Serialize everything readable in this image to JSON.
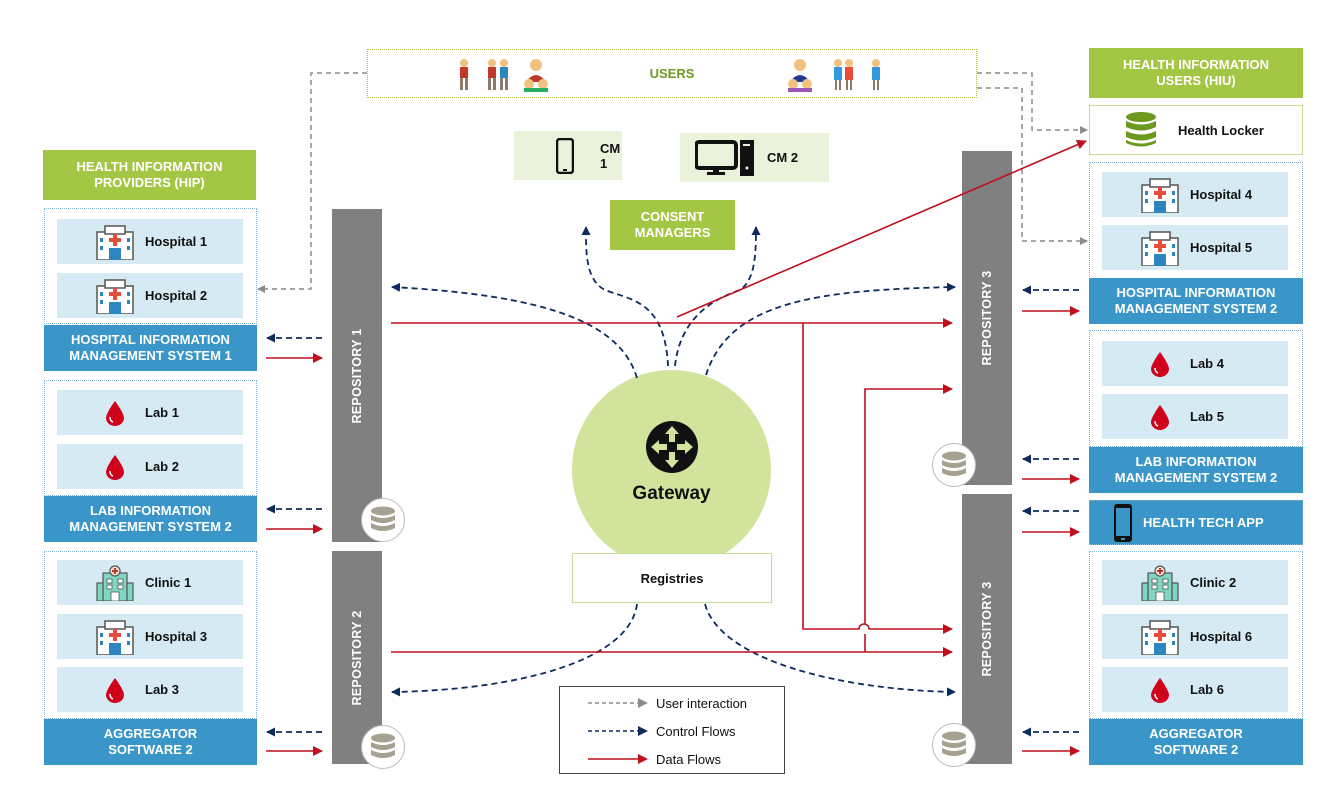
{
  "users": {
    "label": "USERS",
    "icon_left": [
      "person-icon",
      "couple-icon",
      "family-icon"
    ],
    "icon_right": [
      "family-icon",
      "couple-icon",
      "person-icon"
    ]
  },
  "consent_managers": {
    "label": "CONSENT MANAGERS",
    "items": [
      {
        "label": "CM 1",
        "icon": "mobile-phone-icon"
      },
      {
        "label": "CM 2",
        "icon": "desktop-computer-icon"
      }
    ]
  },
  "gateway": {
    "label": "Gateway",
    "icon": "router-arrows-icon"
  },
  "registries": {
    "label": "Registries"
  },
  "hip": {
    "header": "HEALTH INFORMATION PROVIDERS (HIP)",
    "groups": [
      {
        "items": [
          {
            "label": "Hospital 1",
            "icon": "hospital-icon"
          },
          {
            "label": "Hospital 2",
            "icon": "hospital-icon"
          }
        ],
        "system": "HOSPITAL INFORMATION MANAGEMENT SYSTEM 1"
      },
      {
        "items": [
          {
            "label": "Lab 1",
            "icon": "blood-drop-icon"
          },
          {
            "label": "Lab 2",
            "icon": "blood-drop-icon"
          }
        ],
        "system": "LAB INFORMATION MANAGEMENT SYSTEM 2"
      },
      {
        "items": [
          {
            "label": "Clinic 1",
            "icon": "clinic-icon"
          },
          {
            "label": "Hospital 3",
            "icon": "hospital-icon"
          },
          {
            "label": "Lab 3",
            "icon": "blood-drop-icon"
          }
        ],
        "system": "AGGREGATOR SOFTWARE 2"
      }
    ]
  },
  "hiu": {
    "header": "HEALTH INFORMATION USERS (HIU)",
    "locker": {
      "label": "Health Locker",
      "icon": "database-icon"
    },
    "groups": [
      {
        "items": [
          {
            "label": "Hospital 4",
            "icon": "hospital-icon"
          },
          {
            "label": "Hospital 5",
            "icon": "hospital-icon"
          }
        ],
        "system": "HOSPITAL INFORMATION MANAGEMENT SYSTEM 2"
      },
      {
        "items": [
          {
            "label": "Lab 4",
            "icon": "blood-drop-icon"
          },
          {
            "label": "Lab 5",
            "icon": "blood-drop-icon"
          }
        ],
        "system": "LAB INFORMATION MANAGEMENT SYSTEM 2"
      },
      {
        "items": [],
        "system": "HEALTH TECH APP"
      },
      {
        "items": [
          {
            "label": "Clinic 2",
            "icon": "clinic-icon"
          },
          {
            "label": "Hospital 6",
            "icon": "hospital-icon"
          },
          {
            "label": "Lab 6",
            "icon": "blood-drop-icon"
          }
        ],
        "system": "AGGREGATOR SOFTWARE 2"
      }
    ]
  },
  "repositories": [
    {
      "label": "REPOSITORY 1"
    },
    {
      "label": "REPOSITORY 2"
    },
    {
      "label": "REPOSITORY 3"
    },
    {
      "label": "REPOSITORY 3"
    }
  ],
  "legend": {
    "items": [
      {
        "label": "User interaction",
        "style": "dashed",
        "color": "#8c8c8c"
      },
      {
        "label": "Control Flows",
        "style": "dashed",
        "color": "#0f2a5c"
      },
      {
        "label": "Data Flows",
        "style": "solid",
        "color": "#c00f1d"
      }
    ]
  },
  "colors": {
    "green": "#a3c644",
    "blue": "#3a96c8",
    "item_bg": "#d6eaf4",
    "repo": "#808080",
    "control": "#0f2a5c",
    "data": "#c00f1d",
    "user": "#8c8c8c"
  }
}
